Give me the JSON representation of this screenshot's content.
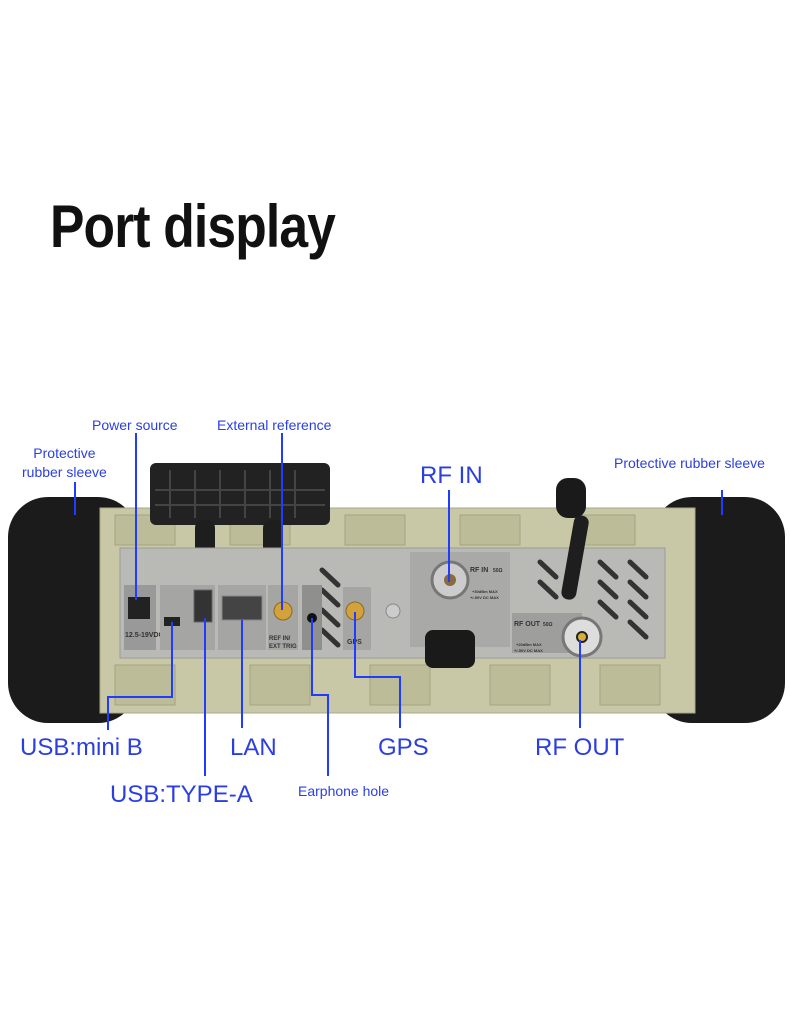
{
  "title": "Port display",
  "labels": {
    "left_sleeve": [
      "Protective",
      "rubber sleeve"
    ],
    "power_source": "Power source",
    "external_reference": "External reference",
    "rf_in": "RF IN",
    "right_sleeve": "Protective rubber sleeve",
    "usb_mini_b": "USB:mini  B",
    "usb_type_a": "USB:TYPE-A",
    "lan": "LAN",
    "earphone_hole": "Earphone hole",
    "gps": "GPS",
    "rf_out": "RF OUT"
  },
  "device_markings": {
    "power_rating": "12.5-19VDC",
    "ref_in": "REF IN/",
    "ext_trig": "EXT TRIG",
    "gps": "GPS",
    "rf_in": "RF IN",
    "rf_in_impedance": "50Ω",
    "rf_in_max1": "+30dBm MAX",
    "rf_in_max2": "+/-50V DC MAX",
    "rf_out": "RF OUT",
    "rf_out_impedance": "50Ω",
    "rf_out_max1": "+20dBm MAX",
    "rf_out_max2": "+/-50V DC MAX"
  },
  "colors": {
    "callout": "#1f3cff",
    "label": "#2b3fe0"
  }
}
